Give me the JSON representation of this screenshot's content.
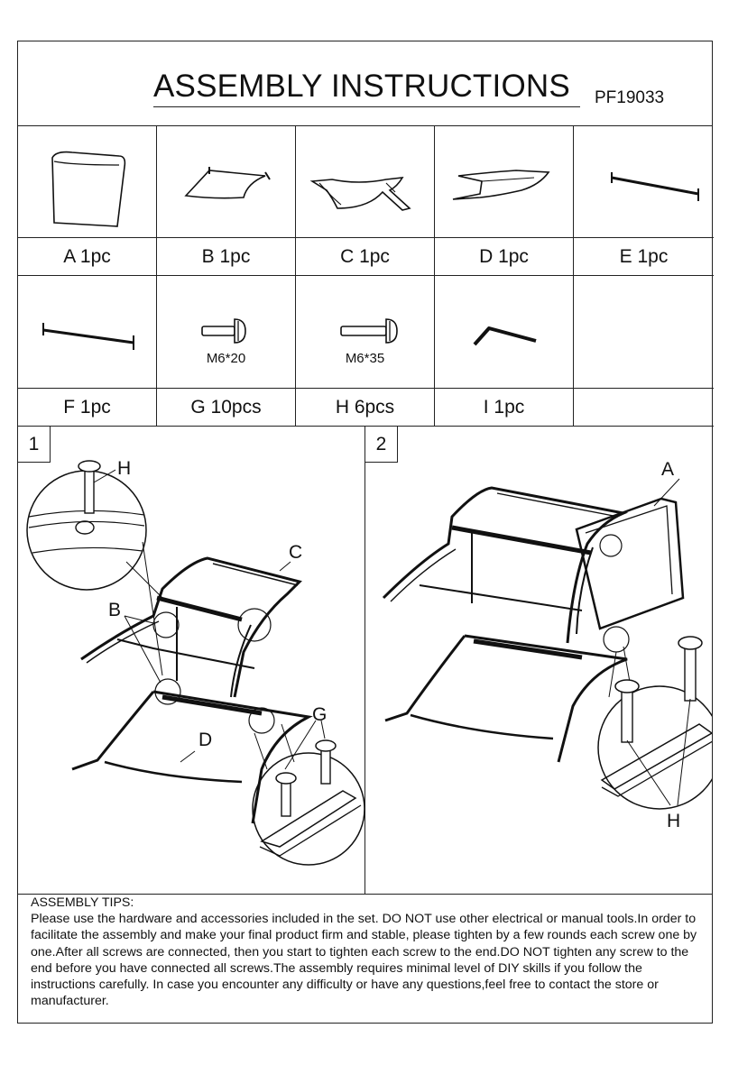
{
  "header": {
    "title": "ASSEMBLY INSTRUCTIONS",
    "model": "PF19033"
  },
  "parts": [
    {
      "label": "A 1pc",
      "icon": "seat-back-panel-icon"
    },
    {
      "label": "B 1pc",
      "icon": "seat-sling-icon"
    },
    {
      "label": "C 1pc",
      "icon": "upper-frame-icon"
    },
    {
      "label": "D 1pc",
      "icon": "lower-frame-icon"
    },
    {
      "label": "E 1pc",
      "icon": "long-bar-icon"
    },
    {
      "label": "F 1pc",
      "icon": "short-bar-icon"
    },
    {
      "label": "G 10pcs",
      "icon": "short-bolt-icon",
      "size": "M6*20"
    },
    {
      "label": "H 6pcs",
      "icon": "long-bolt-icon",
      "size": "M6*35"
    },
    {
      "label": "I 1pc",
      "icon": "allen-key-icon"
    },
    {
      "label": "",
      "icon": ""
    }
  ],
  "steps": [
    {
      "number": "1",
      "callouts": {
        "h": "H",
        "c": "C",
        "b": "B",
        "d": "D",
        "g": "G"
      }
    },
    {
      "number": "2",
      "callouts": {
        "a": "A",
        "h": "H"
      }
    }
  ],
  "tips": {
    "heading": "ASSEMBLY TIPS:",
    "body": "Please use the hardware and accessories included in the set. DO NOT use other electrical or manual tools.In order to facilitate the assembly and make your final product firm and stable, please tighten by a few rounds each screw one by one.After all screws are connected, then you start to tighten each screw to the end.DO NOT tighten any screw to the end before you have connected all screws.The assembly requires minimal level of DIY skills if you follow the instructions carefully. In case you encounter any difficulty or have any questions,feel free to contact the store or manufacturer."
  }
}
